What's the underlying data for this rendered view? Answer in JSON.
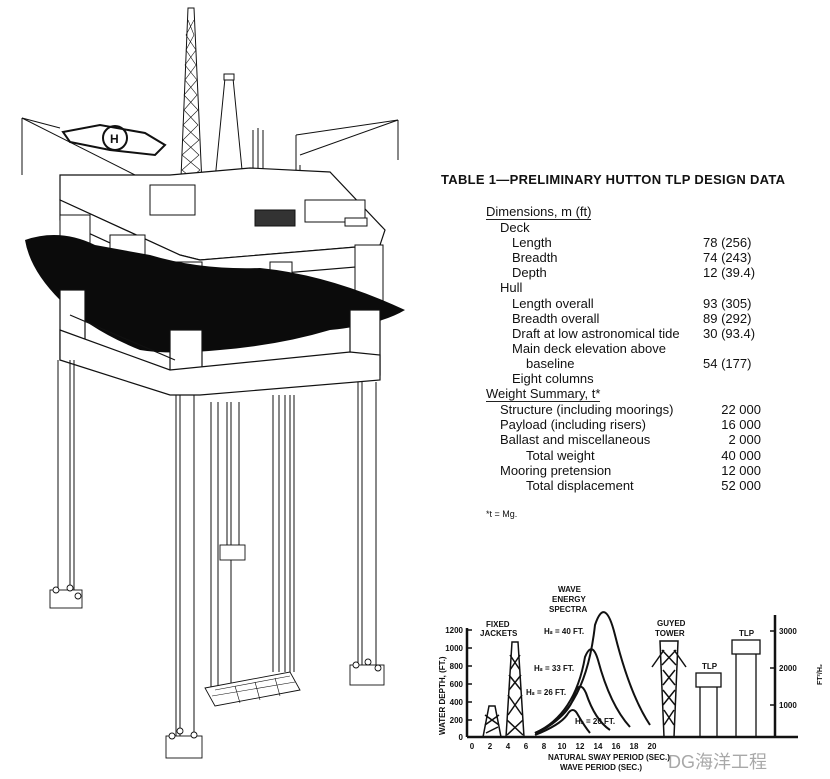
{
  "table": {
    "title": "TABLE 1—PRELIMINARY HUTTON TLP DESIGN DATA",
    "sections": [
      {
        "header": "Dimensions, m (ft)",
        "rows": [
          {
            "label": "Deck",
            "value": "",
            "indent": 1
          },
          {
            "label": "Length",
            "value": "78 (256)",
            "indent": 2
          },
          {
            "label": "Breadth",
            "value": "74 (243)",
            "indent": 2
          },
          {
            "label": "Depth",
            "value": "12 (39.4)",
            "indent": 2
          },
          {
            "label": "Hull",
            "value": "",
            "indent": 1
          },
          {
            "label": "Length overall",
            "value": "93 (305)",
            "indent": 2
          },
          {
            "label": "Breadth overall",
            "value": "89 (292)",
            "indent": 2
          },
          {
            "label": "Draft at low astronomical tide",
            "value": "30 (93.4)",
            "indent": 2
          },
          {
            "label": "Main deck elevation above",
            "value": "",
            "indent": 2
          },
          {
            "label": "baseline",
            "value": "54 (177)",
            "indent": 3
          },
          {
            "label": "Eight columns",
            "value": "",
            "indent": 2
          }
        ]
      },
      {
        "header": "Weight Summary, t*",
        "rows": [
          {
            "label": "Structure (including moorings)",
            "value": "22 000",
            "indent": 1
          },
          {
            "label": "Payload (including risers)",
            "value": "16 000",
            "indent": 1
          },
          {
            "label": "Ballast and miscellaneous",
            "value": "2 000",
            "indent": 1
          },
          {
            "label": "Total weight",
            "value": "40 000",
            "indent": 3
          },
          {
            "label": "Mooring pretension",
            "value": "12 000",
            "indent": 1
          },
          {
            "label": "Total displacement",
            "value": "52 000",
            "indent": 3
          }
        ]
      }
    ],
    "footnote": "*t = Mg."
  },
  "illustration": {
    "subject": "Hutton tension leg platform isometric drawing"
  },
  "chart_data": {
    "type": "line",
    "title": "",
    "xlabel": "NATURAL SWAY PERIOD (SEC.) / WAVE PERIOD (SEC.)",
    "xlabel_line1": "NATURAL SWAY PERIOD (SEC.)",
    "xlabel_line2": "WAVE PERIOD (SEC.)",
    "ylabel": "WATER DEPTH, (FT.)",
    "ylabel_right": "FT²/H₂",
    "x_ticks": [
      "0",
      "2",
      "4",
      "6",
      "8",
      "10",
      "12",
      "14",
      "16",
      "18",
      "20"
    ],
    "y_ticks": [
      "0",
      "200",
      "400",
      "600",
      "800",
      "1000",
      "1200"
    ],
    "y_right_ticks": [
      "1000",
      "2000",
      "3000"
    ],
    "xlim": [
      0,
      20
    ],
    "ylim": [
      0,
      1200
    ],
    "annotations": [
      "FIXED JACKETS",
      "WAVE ENERGY SPECTRA",
      "GUYED TOWER",
      "TLP",
      "TLP"
    ],
    "series": [
      {
        "name": "Hs = 40 FT.",
        "peak_period": 15,
        "peak_value": 3300
      },
      {
        "name": "Hs = 33 FT.",
        "peak_period": 13.8,
        "peak_value": 2500
      },
      {
        "name": "Hs = 26 FT.",
        "peak_period": 12.3,
        "peak_value": 1600
      },
      {
        "name": "Hs = 20 FT.",
        "peak_period": 10.6,
        "peak_value": 850
      }
    ],
    "structures": [
      {
        "name": "FIXED JACKETS (short)",
        "period_range": [
          1.5,
          3.2
        ],
        "depth": 350
      },
      {
        "name": "FIXED JACKETS (tall)",
        "period_range": [
          4.2,
          6
        ],
        "depth": 1050
      },
      {
        "name": "GUYED TOWER",
        "depth": 1200
      },
      {
        "name": "TLP (small)",
        "depth": 550
      },
      {
        "name": "TLP (large)",
        "depth": 1050
      }
    ]
  },
  "chart_labels": {
    "fixed_jackets_1": "FIXED",
    "fixed_jackets_2": "JACKETS",
    "wave_1": "WAVE",
    "wave_2": "ENERGY",
    "wave_3": "SPECTRA",
    "guyed_1": "GUYED",
    "guyed_2": "TOWER",
    "tlp": "TLP",
    "hs40": "Hₛ = 40 FT.",
    "hs33": "Hₛ = 33 FT.",
    "hs26": "Hₛ = 26 FT.",
    "hs20": "Hₛ = 20 FT."
  },
  "watermark": "DG海洋工程"
}
